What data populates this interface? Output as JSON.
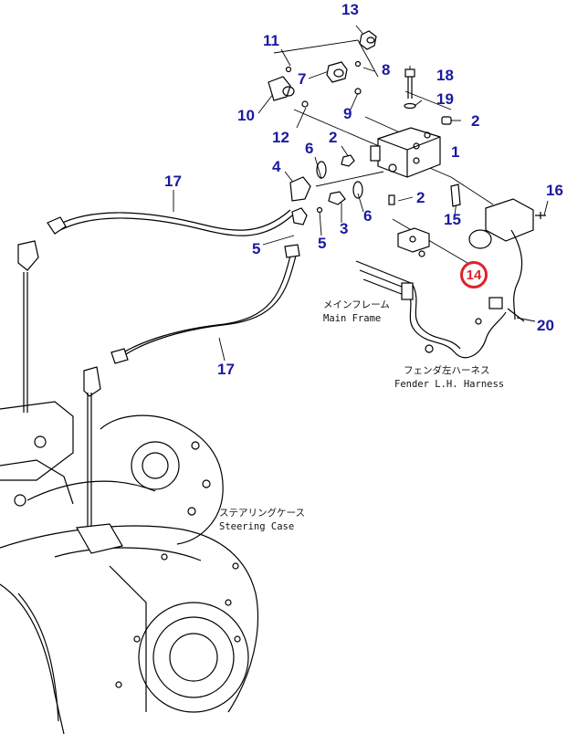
{
  "colors": {
    "callout": "#1a1aa0",
    "highlight": "#e0202a",
    "line": "#000000"
  },
  "callouts": {
    "c1": "1",
    "c2a": "2",
    "c2b": "2",
    "c2c": "2",
    "c3": "3",
    "c4": "4",
    "c5a": "5",
    "c5b": "5",
    "c6a": "6",
    "c6b": "6",
    "c7": "7",
    "c8": "8",
    "c9": "9",
    "c10": "10",
    "c11": "11",
    "c12": "12",
    "c13": "13",
    "c15": "15",
    "c16": "16",
    "c17a": "17",
    "c17b": "17",
    "c18": "18",
    "c19": "19",
    "c20": "20"
  },
  "highlighted_callout": "14",
  "labels": {
    "main_frame_jp": "メインフレーム",
    "main_frame_en": "Main Frame",
    "fender_jp": "フェンダ左ハーネス",
    "fender_en": "Fender L.H. Harness",
    "steering_jp": "ステアリングケース",
    "steering_en": "Steering Case"
  }
}
